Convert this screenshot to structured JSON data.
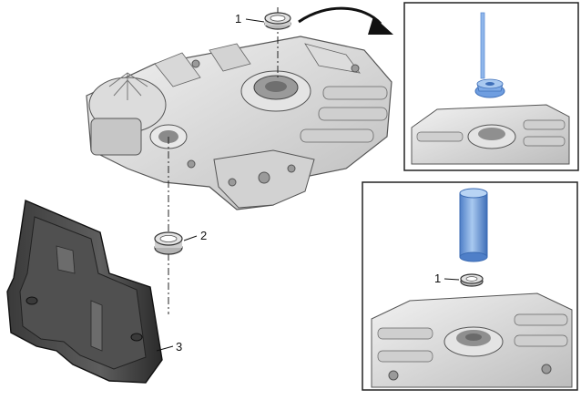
{
  "callouts": {
    "label_1_top": "1",
    "label_2": "2",
    "label_3": "3",
    "label_1_inset": "1"
  },
  "colors": {
    "part_light": "#e6e6e6",
    "part_mid": "#c9c9c9",
    "part_dark": "#8d8d8d",
    "outline": "#4a4a4a",
    "tool_blue": "#5d8fd6",
    "tool_blue_light": "#9fc2ee",
    "filter_dark": "#2f2f2f",
    "filter_mid": "#585858"
  },
  "icons": {
    "arrow": "curved-arrow-icon"
  }
}
